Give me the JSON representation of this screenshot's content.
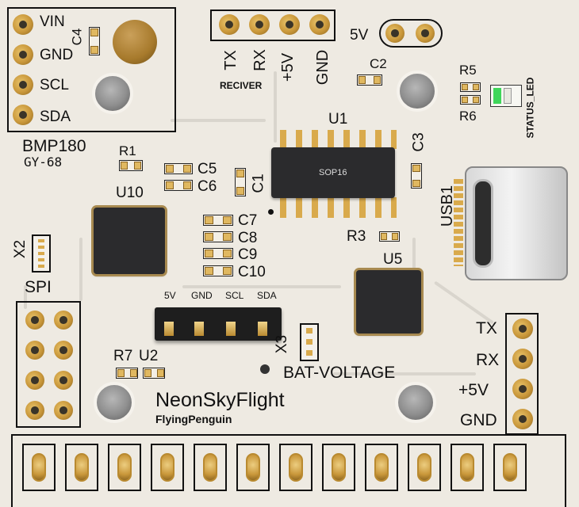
{
  "bmp_module": {
    "pins": [
      "VIN",
      "GND",
      "SCL",
      "SDA"
    ],
    "name": "BMP180",
    "model": "GY-68",
    "cap_label": "C4"
  },
  "receiver_header": {
    "pins": [
      "TX",
      "RX",
      "+5V",
      "GND"
    ],
    "label": "RECIVER"
  },
  "power_jumper_label": "5V",
  "status": {
    "led_label": "STATUS_LED",
    "resistors": [
      "R5",
      "R6"
    ]
  },
  "u1": {
    "designator": "U1",
    "package": "SOP16"
  },
  "caps": {
    "c1": "C1",
    "c2": "C2",
    "c3": "C3",
    "c5": "C5",
    "c6": "C6",
    "c7": "C7",
    "c8": "C8",
    "c9": "C9",
    "c10": "C10"
  },
  "resistors": {
    "r1": "R1",
    "r3": "R3",
    "r7": "R7"
  },
  "usb_label": "USB1",
  "u10_label": "U10",
  "u5_label": "U5",
  "u2_label": "U2",
  "spi": {
    "connector": "X2",
    "label": "SPI"
  },
  "i2c_header": {
    "pins": [
      "5V",
      "GND",
      "SCL",
      "SDA"
    ]
  },
  "battery": {
    "connector": "X3",
    "label": "BAT-VOLTAGE"
  },
  "right_header": {
    "pins": [
      "TX",
      "RX",
      "+5V",
      "GND"
    ]
  },
  "branding": {
    "title": "NeonSkyFlight",
    "author": "FlyingPenguin"
  },
  "colors": {
    "board": "#eeeae2",
    "silkscreen": "#111111",
    "copper_pad": "#c9973a",
    "ic_body": "#2b2b2d"
  }
}
